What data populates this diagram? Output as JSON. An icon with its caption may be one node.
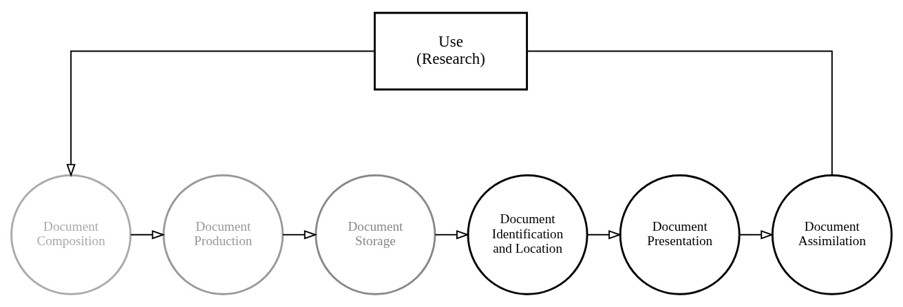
{
  "diagram": {
    "nodes": [
      {
        "text": [
          "Use (Research)"
        ]
      },
      {
        "text": [
          "Document Composition"
        ]
      },
      {
        "text": [
          "Document Production"
        ]
      },
      {
        "text": [
          "Document Storage"
        ]
      },
      {
        "text": [
          "Document Identification and Location"
        ]
      },
      {
        "text": [
          "Document Presentation"
        ]
      },
      {
        "text": [
          "Document Assimilation"
        ]
      }
    ],
    "edges": [
      {
        "from": 0,
        "to": 1,
        "arrow": "to"
      },
      {
        "from": 1,
        "to": 2,
        "arrow": "to"
      },
      {
        "from": 2,
        "to": 3,
        "arrow": "to"
      },
      {
        "from": 3,
        "to": 4,
        "arrow": "to"
      },
      {
        "from": 4,
        "to": 5,
        "arrow": "to"
      },
      {
        "from": 5,
        "to": 6,
        "arrow": "to"
      },
      {
        "from": 6,
        "to": 0,
        "arrow": "none"
      }
    ]
  }
}
